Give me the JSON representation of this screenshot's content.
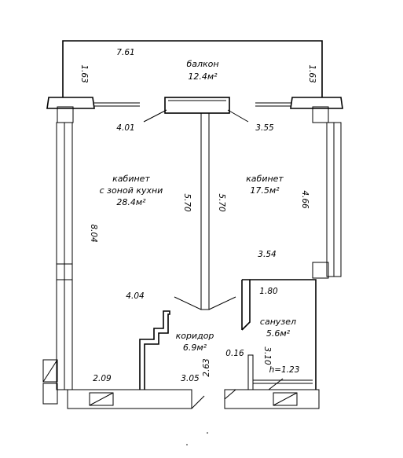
{
  "balcony": {
    "name": "балкон",
    "area": "12.4м²"
  },
  "rooms": {
    "left": {
      "line1": "кабинет",
      "line2": "с зоной кухни",
      "area": "28.4м²"
    },
    "right": {
      "name": "кабинет",
      "area": "17.5м²"
    },
    "corridor": {
      "name": "коридор",
      "area": "6.9м²"
    },
    "bathroom": {
      "name": "санузел",
      "area": "5.6м²",
      "height": "h=1.23"
    }
  },
  "dimensions": {
    "balcony_width": "7.61",
    "balcony_depth_left": "1.63",
    "balcony_depth_right": "1.63",
    "left_window_offset": "4.01",
    "right_window_offset": "3.55",
    "left_room_length": "8.04",
    "partition_left": "5.70",
    "partition_right": "5.70",
    "right_room_length": "4.66",
    "right_room_width": "3.54",
    "left_room_width": "4.04",
    "bath_width": "1.80",
    "bath_depth": "3.10",
    "small_offset": "0.16",
    "bottom_left": "2.09",
    "corridor_len": "2.63",
    "corridor_width": "3.05"
  }
}
